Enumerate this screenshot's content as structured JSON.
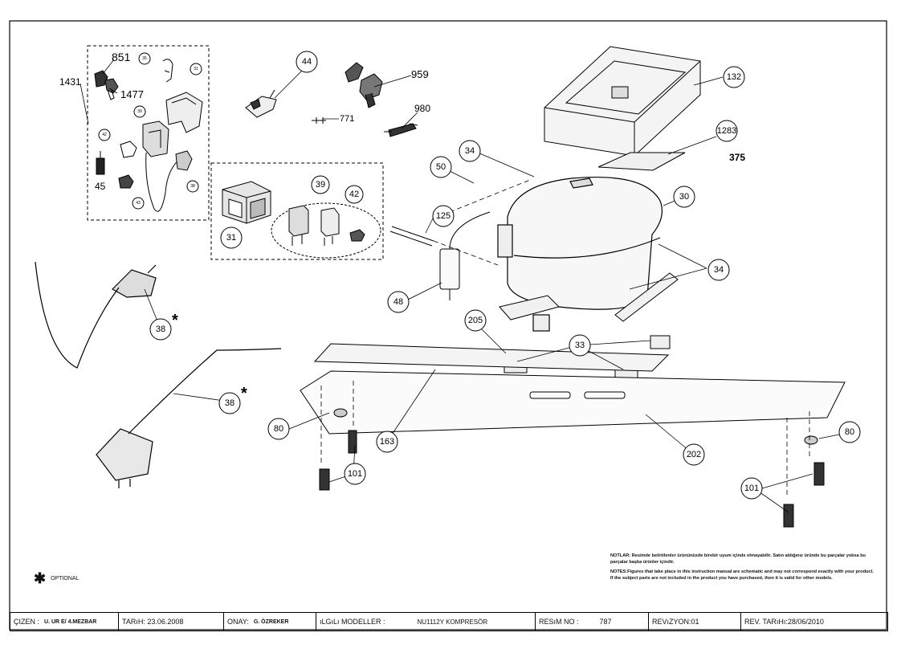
{
  "callouts": [
    {
      "n": "44"
    },
    {
      "n": "132"
    },
    {
      "n": "1283"
    },
    {
      "n": "375"
    },
    {
      "n": "34"
    },
    {
      "n": "50"
    },
    {
      "n": "30"
    },
    {
      "n": "125"
    },
    {
      "n": "34"
    },
    {
      "n": "48"
    },
    {
      "n": "205"
    },
    {
      "n": "33"
    },
    {
      "n": "38"
    },
    {
      "n": "38"
    },
    {
      "n": "80"
    },
    {
      "n": "80"
    },
    {
      "n": "101"
    },
    {
      "n": "101"
    },
    {
      "n": "163"
    },
    {
      "n": "202"
    },
    {
      "n": "31"
    },
    {
      "n": "39"
    },
    {
      "n": "42"
    },
    {
      "n": "35"
    },
    {
      "n": "31"
    },
    {
      "n": "39"
    },
    {
      "n": "42"
    },
    {
      "n": "43"
    },
    {
      "n": "38"
    }
  ],
  "labels": {
    "l851": "851",
    "l1477": "1477",
    "l1431": "1431",
    "l45": "45",
    "l959": "959",
    "l980": "980",
    "l771": "771"
  },
  "optional": {
    "star": "✱",
    "text": "OPTIONAL"
  },
  "notes": {
    "tr": "NOTLAR: Resimde belirtilenler ürününüzde birebir uyum içinde olmayabilir. Satın aldığınız üründe bu parçalar yoksa bu parçalar başka ürünler içindir.",
    "en": "NOTES:Figures that take place in this instruction manual are schematic and may not correspond exactly with your product. If the subject parts are not included in the product you have purchased, then it is valid for other models."
  },
  "titleblock": {
    "cizen_label": "ÇIZEN :",
    "cizen_value": "U. UR E/ 4.MEZBAR",
    "tarih_label": "TARıH: 23.06.2008",
    "onay_label": "ONAY:",
    "onay_value": "G. ÖZREKER",
    "ilgili_label": "ıLGıLı MODELLER :",
    "ilgili_value": "NU1112Y KOMPRESÖR",
    "resim_label": "RESıM NO :",
    "resim_value": "787",
    "revizyon_label": "REVıZYON:01",
    "revtarih_label": "REV. TARıHı:28/06/2010"
  }
}
